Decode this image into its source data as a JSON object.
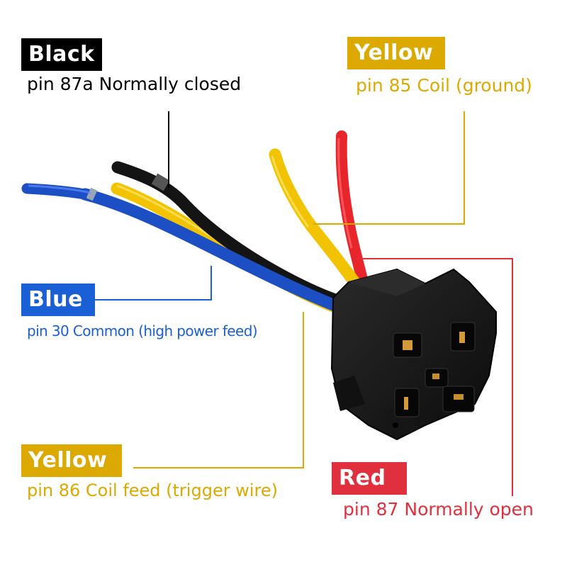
{
  "colors": {
    "black": "#000000",
    "yellow": "#dba900",
    "blue": "#1a5fd6",
    "red": "#e0303d"
  },
  "labels": {
    "black": {
      "tag": "Black",
      "desc": "pin 87a  Normally closed"
    },
    "yellow_top": {
      "tag": "Yellow",
      "desc": "pin 85 Coil (ground)"
    },
    "blue": {
      "tag": "Blue",
      "desc": "pin 30 Common (high power feed)"
    },
    "yellow_bottom": {
      "tag": "Yellow",
      "desc": "pin 86 Coil feed (trigger wire)"
    },
    "red": {
      "tag": "Red",
      "desc": "pin 87 Normally open"
    }
  }
}
